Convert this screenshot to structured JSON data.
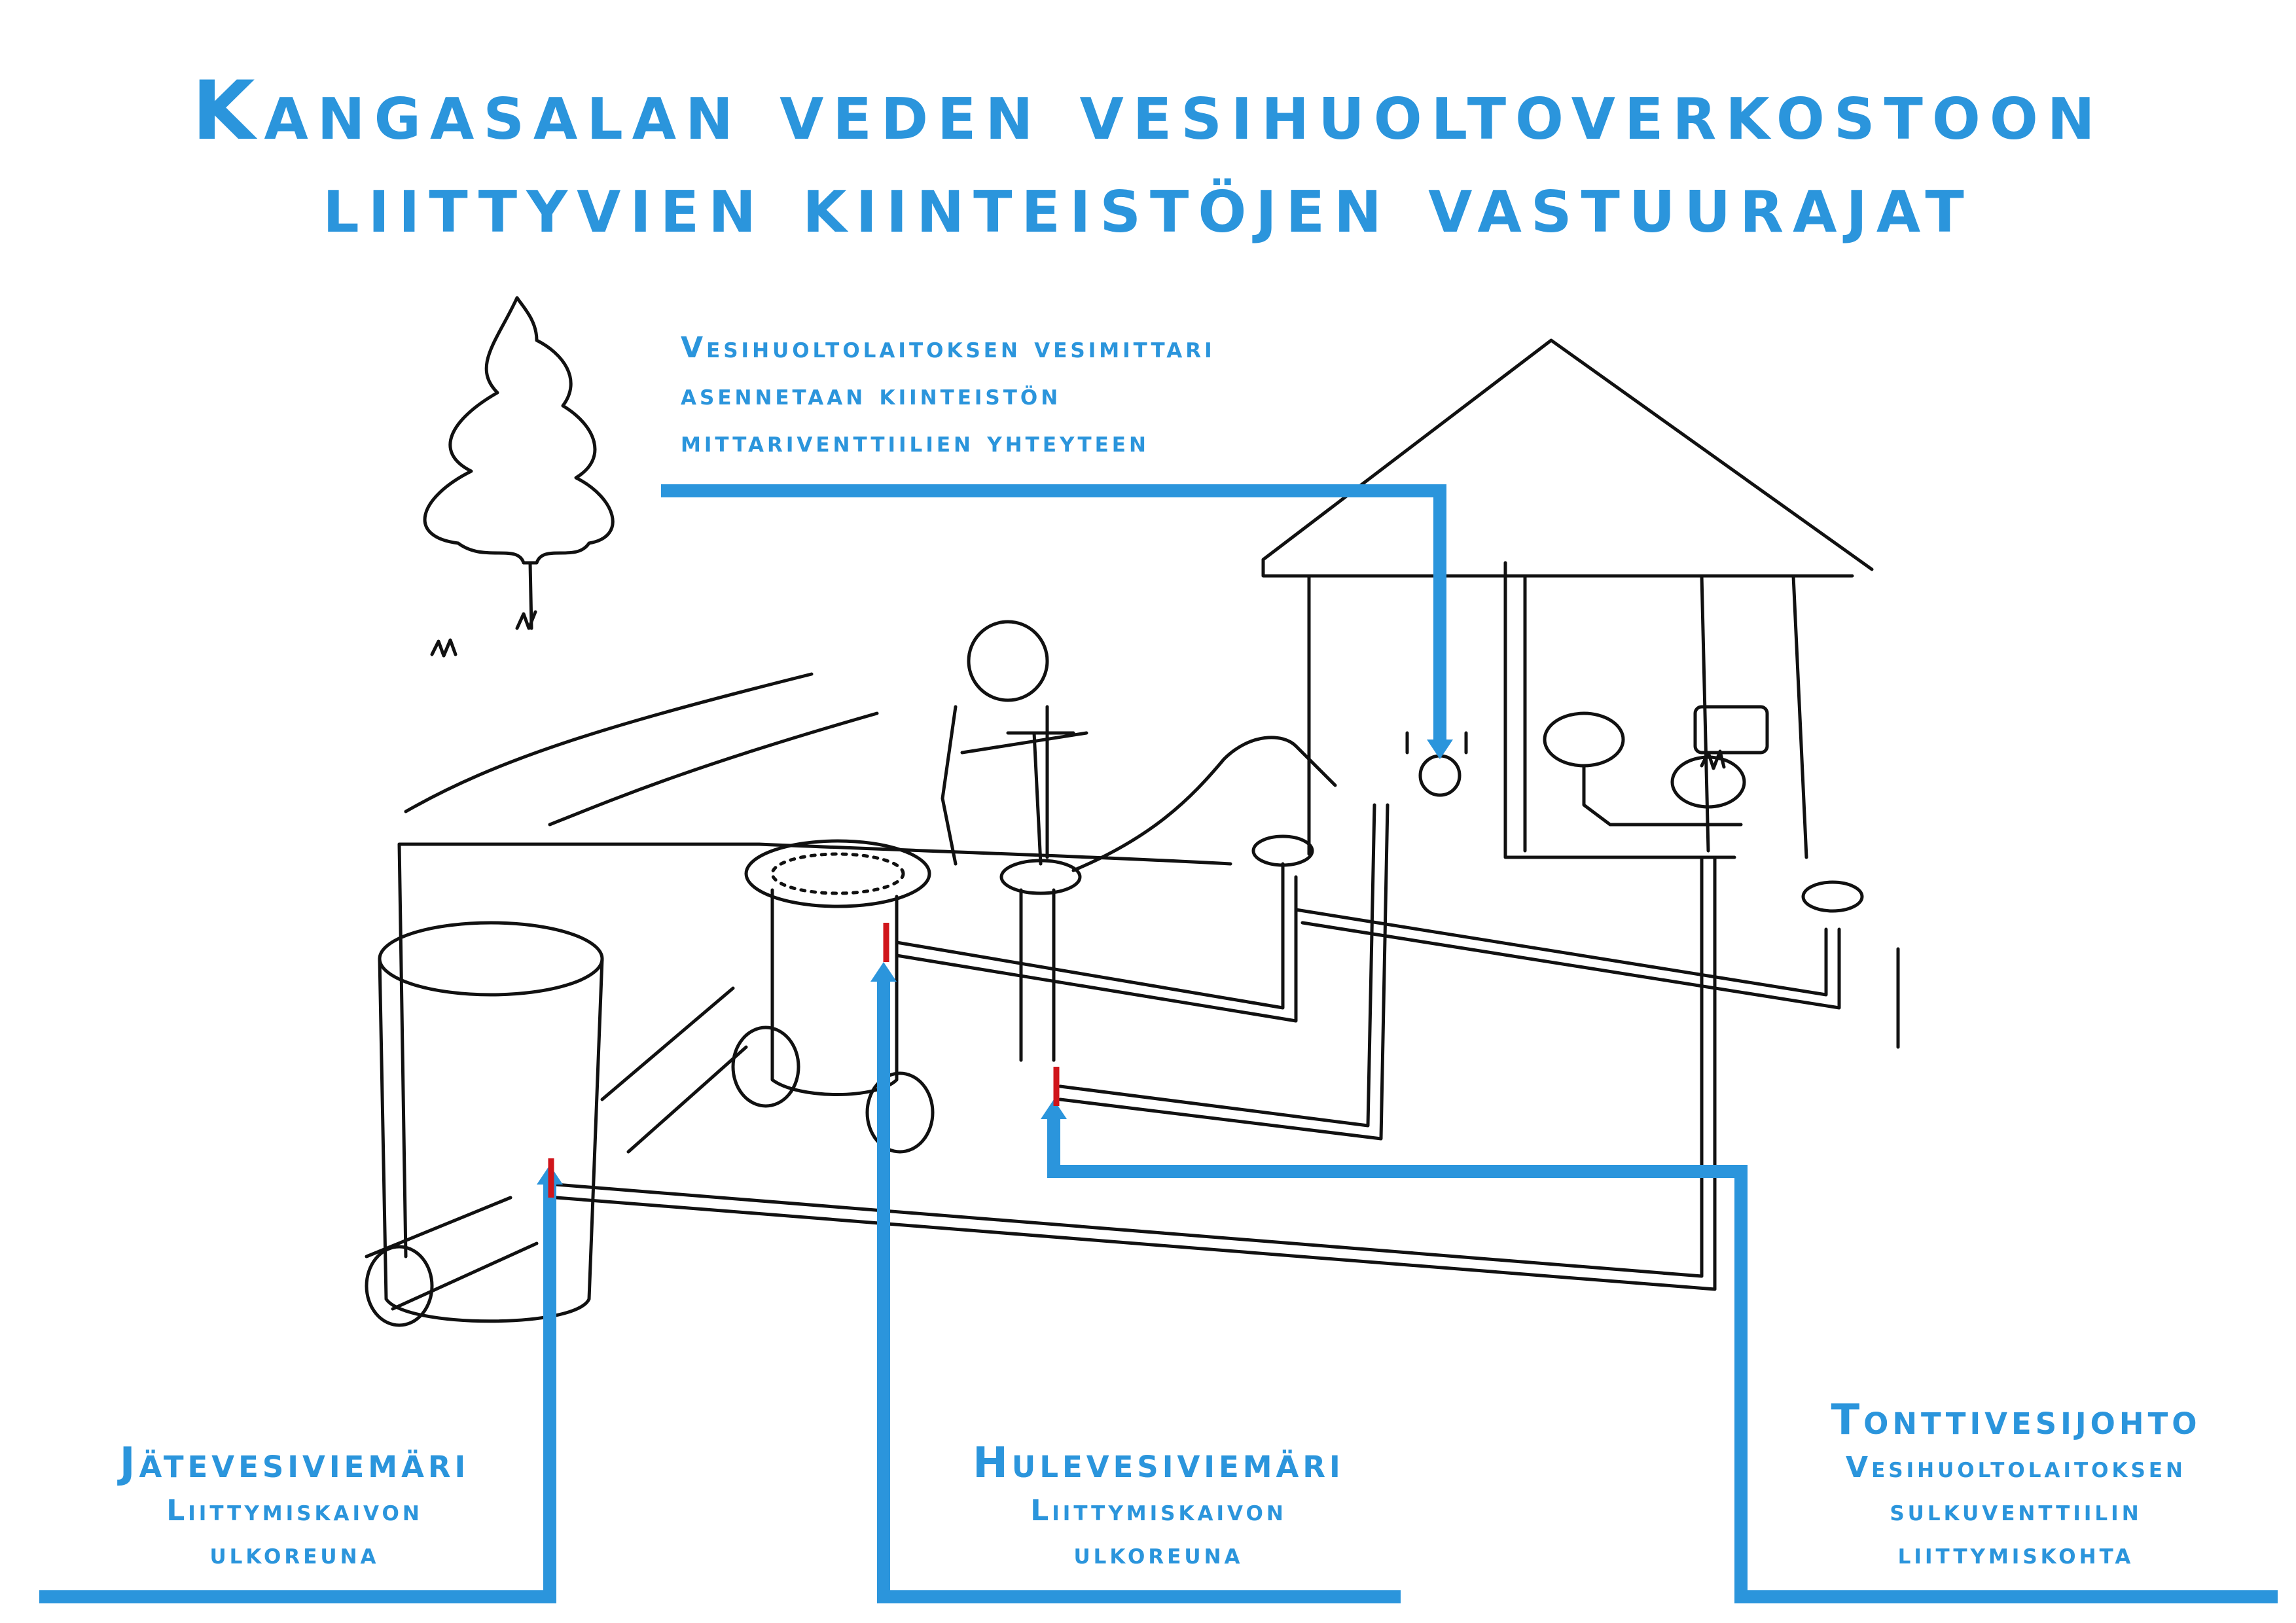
{
  "title": {
    "line1": "Kangasalan veden vesihuoltoverkostoon",
    "line2": "liittyvien kiinteistöjen vastuurajat"
  },
  "meter_note": {
    "line1": "Vesihuoltolaitoksen vesimittari",
    "line2": "asennetaan kiinteistön",
    "line3": "mittariventtiilien yhteyteen"
  },
  "jatevesi": {
    "heading": "Jätevesiviemäri",
    "line1": "Liittymiskaivon",
    "line2": "ulkoreuna"
  },
  "hulevesi": {
    "heading": "Hulevesiviemäri",
    "line1": "Liittymiskaivon",
    "line2": "ulkoreuna"
  },
  "tonttivesi": {
    "heading": "Tonttivesijohto",
    "line1": "Vesihuoltolaitoksen",
    "line2": "sulkuventtiilin",
    "line3": "liittymiskohta"
  },
  "colors": {
    "accent": "#2b95dc",
    "boundary_marker": "#d0151b",
    "ink": "#111111"
  }
}
